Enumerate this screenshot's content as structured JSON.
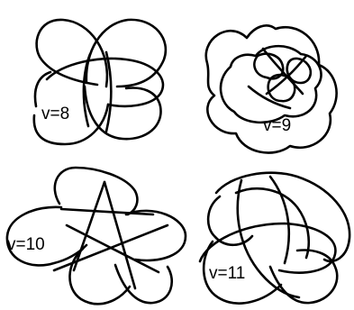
{
  "diagrams": [
    {
      "label": "v=8"
    },
    {
      "label": "v=9"
    },
    {
      "label": "v=10"
    },
    {
      "label": "v=11"
    }
  ],
  "colors": {
    "stroke": "#000000",
    "background": "#ffffff"
  }
}
